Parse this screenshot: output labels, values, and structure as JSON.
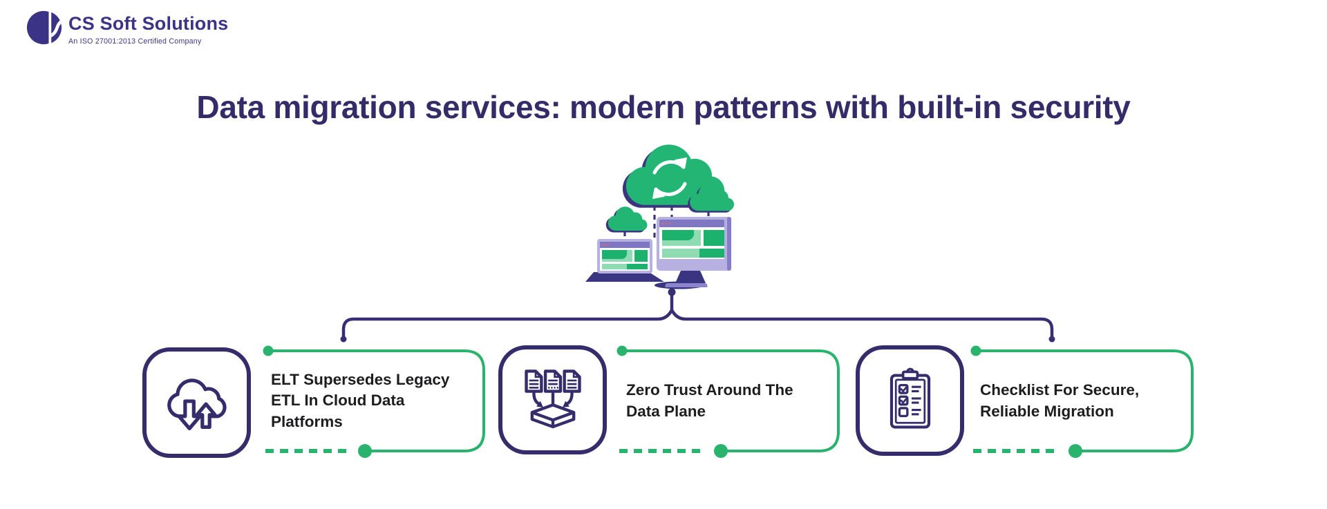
{
  "header": {
    "logo": {
      "company": "CS Soft Solutions",
      "tagline": "An ISO 27001:2013 Certified Company"
    }
  },
  "title": "Data migration services: modern patterns with built-in security",
  "illustration": {
    "name": "cloud-sync-between-devices",
    "elements": [
      "big-green-cloud-with-sync-arrows",
      "small-cloud-left",
      "small-cloud-right",
      "laptop-screen",
      "desktop-monitor",
      "dashed-connection-lines"
    ]
  },
  "cards": [
    {
      "icon": "cloud-upload-download-icon",
      "label": "ELT Supersedes Legacy ETL In Cloud Data Platforms"
    },
    {
      "icon": "documents-to-platform-icon",
      "label": "Zero Trust Around The Data Plane"
    },
    {
      "icon": "checklist-clipboard-icon",
      "label": "Checklist For Secure, Reliable Migration"
    }
  ],
  "colors": {
    "brand_purple": "#3b3486",
    "navy_line": "#362f73",
    "icon_border": "#342c6b",
    "green_accent": "#29b36c",
    "green_dark_block": "#1cb26d",
    "green_light_block": "#8edbb4",
    "lavender_device": "#b6b1e0",
    "purple_bar": "#7f77c4",
    "title_text": "#332c69",
    "card_text": "#1d1d1f",
    "background": "#ffffff"
  }
}
